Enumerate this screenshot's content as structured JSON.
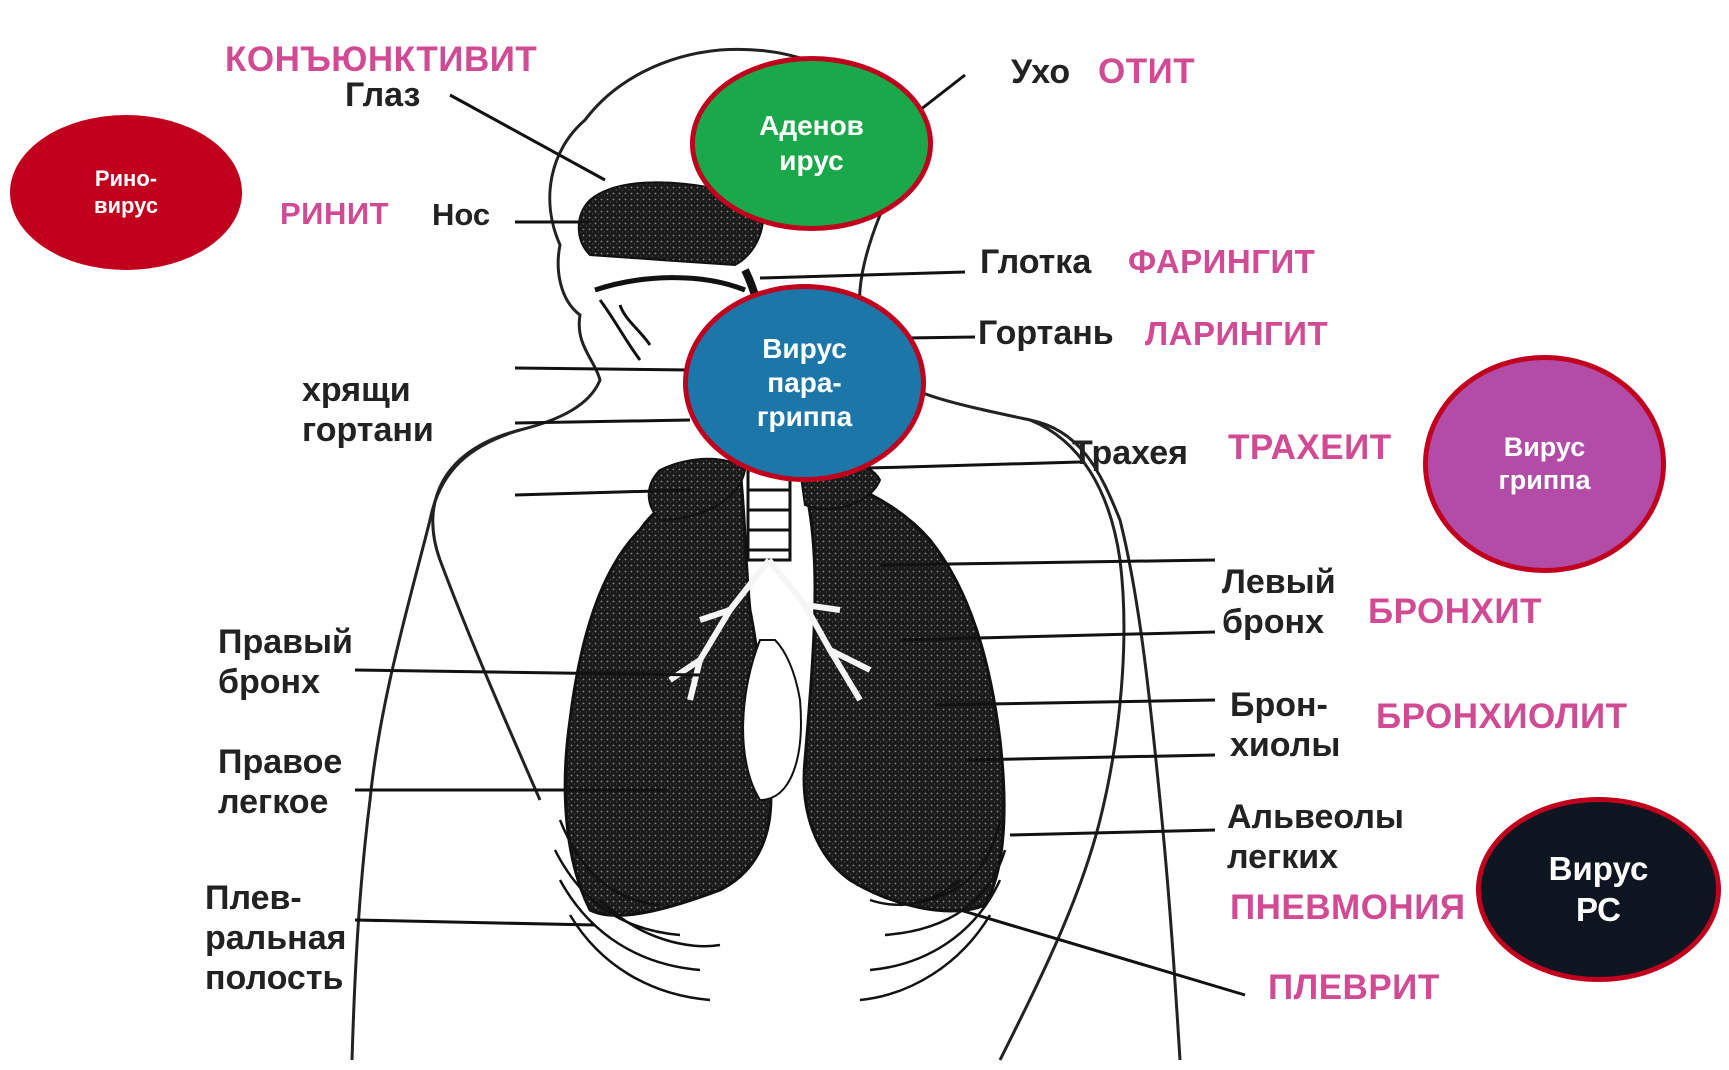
{
  "viruses": {
    "rhino": "Рино-\nвирус",
    "adeno": "Аденов\nирус",
    "parainfluenza": "Вирус\nпара-\nгриппа",
    "influenza": "Вирус\nгриппа",
    "rs": "Вирус\nРС"
  },
  "organs": {
    "eye": "Глаз",
    "nose": "Нос",
    "ear": "Ухо",
    "pharynx": "Глотка",
    "larynx": "Гортань",
    "laryngeal_cartilage": "хрящи\nгортани",
    "trachea": "Трахея",
    "left_bronchus": "Левый\nбронх",
    "right_bronchus": "Правый\nбронх",
    "bronchioles": "Брон-\nхиолы",
    "right_lung": "Правое\nлегкое",
    "alveoli": "Альвеолы\nлегких",
    "pleural_cavity": "Плев-\nральная\nполость"
  },
  "diseases": {
    "conjunctivitis": "КОНЪЮНКТИВИТ",
    "rhinitis": "РИНИТ",
    "otitis": "ОТИТ",
    "pharyngitis": "ФАРИНГИТ",
    "laryngitis": "ЛАРИНГИТ",
    "tracheitis": "ТРАХЕИТ",
    "bronchitis": "БРОНХИТ",
    "bronchiolitis": "БРОНХИОЛИТ",
    "pneumonia": "ПНЕВМОНИЯ",
    "pleuritis": "ПЛЕВРИТ"
  },
  "colors": {
    "disease_text": "#d14a94",
    "oval_border": "#c0001c",
    "rhino": "#c0001c",
    "adeno": "#1aa84a",
    "parainfluenza": "#1d76a8",
    "influenza": "#b24ca7",
    "rs": "#0d1520"
  }
}
